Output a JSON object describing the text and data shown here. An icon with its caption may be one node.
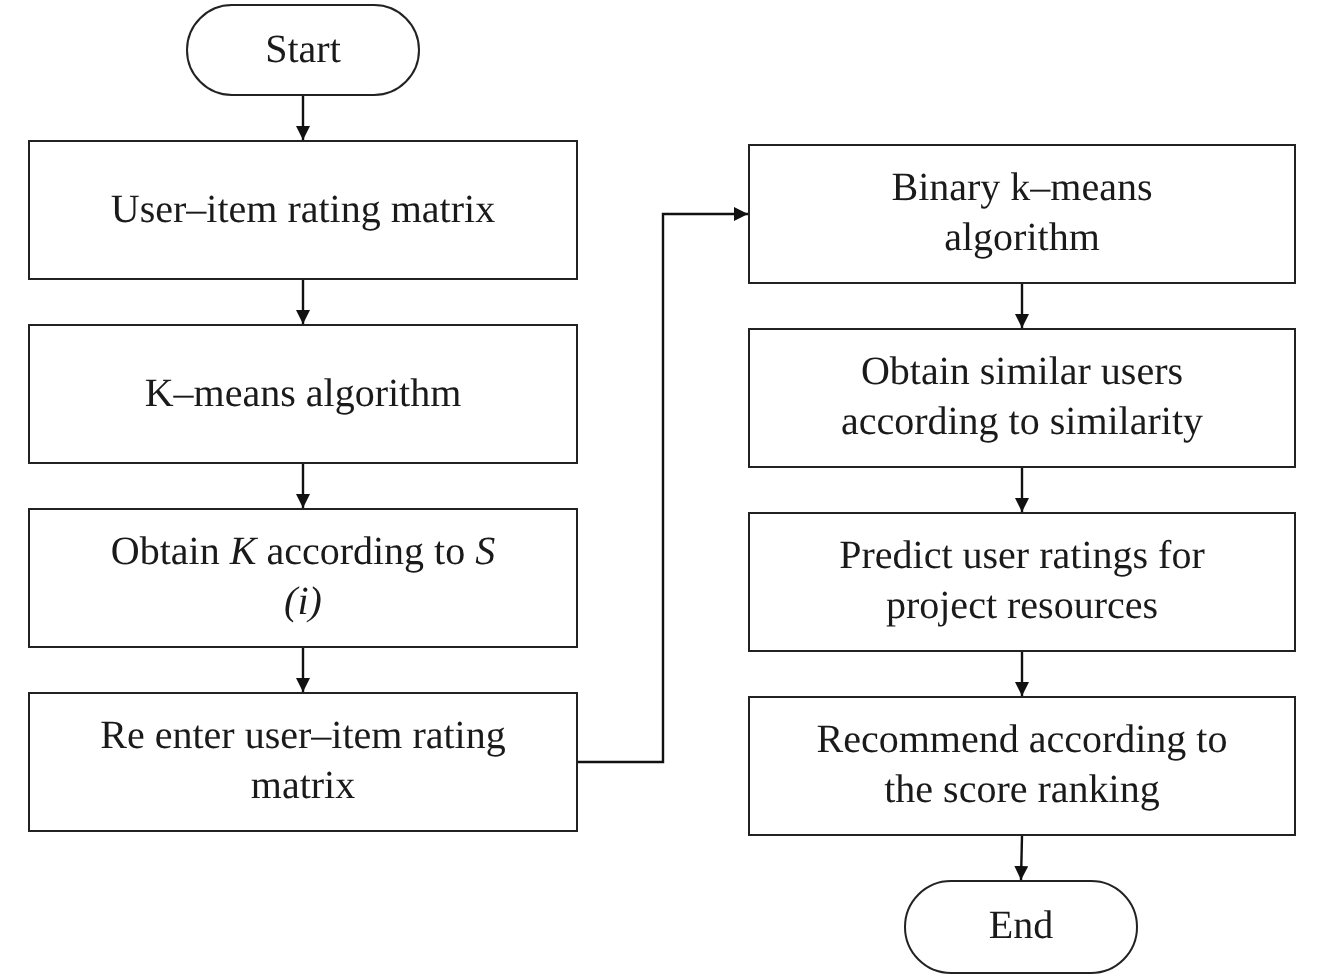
{
  "diagram": {
    "nodes": [
      {
        "text": [
          "Start"
        ]
      },
      {
        "text": [
          "User–item rating matrix"
        ]
      },
      {
        "text": [
          "K–means algorithm"
        ]
      },
      {
        "text": [
          "Obtain *K* according to *S (i)*"
        ]
      },
      {
        "text": [
          "Re enter user–item rating matrix"
        ]
      },
      {
        "text": [
          "Binary k–means algorithm"
        ]
      },
      {
        "text": [
          "Obtain similar users according to similarity"
        ]
      },
      {
        "text": [
          "Predict user ratings for project resources"
        ]
      },
      {
        "text": [
          "Recommend according to the score ranking"
        ]
      },
      {
        "text": [
          "End"
        ]
      }
    ],
    "edges": [
      {
        "from": 0,
        "to": 1,
        "arrow": "to"
      },
      {
        "from": 1,
        "to": 2,
        "arrow": "to"
      },
      {
        "from": 2,
        "to": 3,
        "arrow": "to"
      },
      {
        "from": 3,
        "to": 4,
        "arrow": "to"
      },
      {
        "from": 4,
        "to": 5,
        "arrow": "to"
      },
      {
        "from": 5,
        "to": 6,
        "arrow": "to"
      },
      {
        "from": 6,
        "to": 7,
        "arrow": "to"
      },
      {
        "from": 7,
        "to": 8,
        "arrow": "to"
      },
      {
        "from": 8,
        "to": 9,
        "arrow": "to"
      }
    ]
  }
}
